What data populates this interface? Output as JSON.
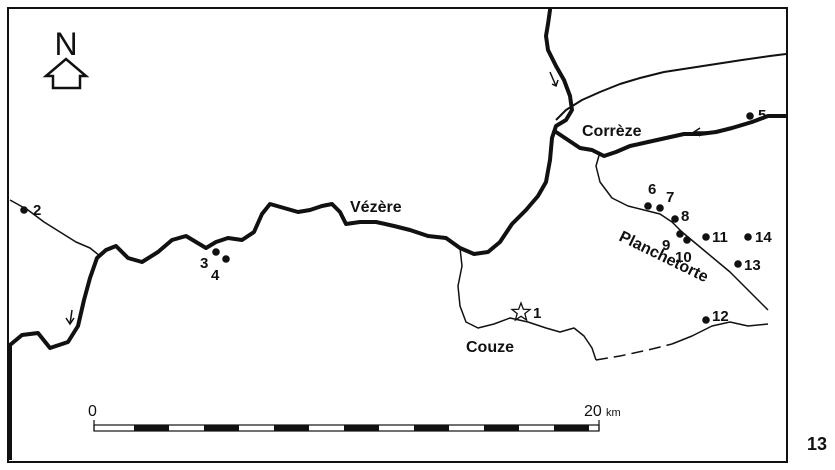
{
  "map": {
    "north_label": "N",
    "figure_number": "13",
    "scale": {
      "start_label": "0",
      "end_label": "20",
      "unit": "km"
    },
    "rivers": {
      "vezere": "Vézère",
      "correze": "Corrèze",
      "couze": "Couze",
      "planchetorte": "Planchetorte"
    },
    "sites": {
      "s1": "1",
      "s2": "2",
      "s3": "3",
      "s4": "4",
      "s5": "5",
      "s6": "6",
      "s7": "7",
      "s8": "8",
      "s9": "9",
      "s10": "10",
      "s11": "11",
      "s12": "12",
      "s13": "13",
      "s14": "14"
    }
  }
}
